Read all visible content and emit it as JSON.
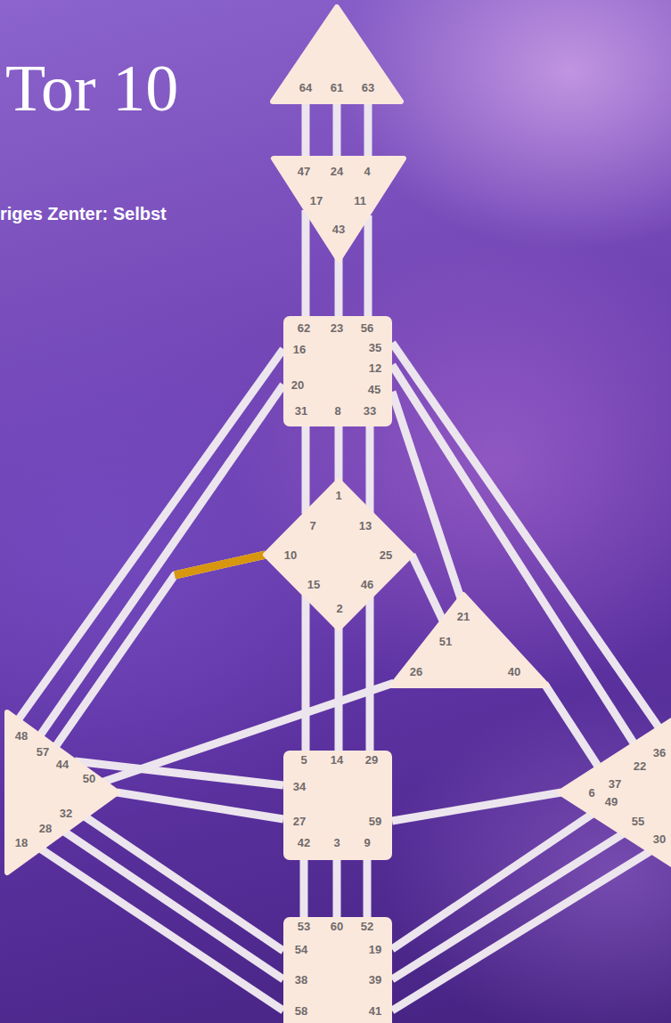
{
  "diagram": {
    "title": "Tor 10",
    "nodes": [
      {
        "text": [
          "64",
          "61",
          "63"
        ]
      },
      {
        "text": [
          "47",
          "24",
          "4",
          "17",
          "11",
          "43"
        ]
      },
      {
        "text": [
          "62",
          "23",
          "56",
          "35",
          "16",
          "12",
          "20",
          "45",
          "31",
          "8",
          "33"
        ]
      },
      {
        "text": [
          "1",
          "7",
          "13",
          "10",
          "25",
          "15",
          "46",
          "2"
        ]
      },
      {
        "text": [
          "21",
          "51",
          "26",
          "40"
        ]
      },
      {
        "text": [
          "48",
          "57",
          "44",
          "50",
          "32",
          "28",
          "18"
        ]
      },
      {
        "text": [
          "5",
          "14",
          "29",
          "34",
          "27",
          "59",
          "42",
          "3",
          "9"
        ]
      },
      {
        "text": [
          "36",
          "22",
          "37",
          "6",
          "49",
          "55",
          "30"
        ]
      },
      {
        "text": [
          "53",
          "60",
          "52",
          "54",
          "19",
          "38",
          "39",
          "58",
          "41"
        ]
      }
    ],
    "edges": [
      {
        "from": 0,
        "to": 1,
        "arrow": "none"
      },
      {
        "from": 0,
        "to": 1,
        "arrow": "none"
      },
      {
        "from": 0,
        "to": 1,
        "arrow": "none"
      },
      {
        "from": 1,
        "to": 2,
        "arrow": "none"
      },
      {
        "from": 1,
        "to": 2,
        "arrow": "none"
      },
      {
        "from": 1,
        "to": 2,
        "arrow": "none"
      },
      {
        "from": 2,
        "to": 3,
        "arrow": "none"
      },
      {
        "from": 2,
        "to": 3,
        "arrow": "none"
      },
      {
        "from": 2,
        "to": 3,
        "arrow": "none"
      },
      {
        "from": 2,
        "to": 5,
        "arrow": "none"
      },
      {
        "from": 2,
        "to": 5,
        "arrow": "none"
      },
      {
        "from": 2,
        "to": 4,
        "arrow": "none"
      },
      {
        "from": 2,
        "to": 7,
        "arrow": "none"
      },
      {
        "from": 2,
        "to": 7,
        "arrow": "none"
      },
      {
        "from": 3,
        "to": 6,
        "arrow": "none"
      },
      {
        "from": 3,
        "to": 6,
        "arrow": "none"
      },
      {
        "from": 3,
        "to": 6,
        "arrow": "none"
      },
      {
        "from": 3,
        "to": 4,
        "arrow": "none"
      },
      {
        "from": 3,
        "to": 5,
        "arrow": "none"
      },
      {
        "from": 6,
        "to": 5,
        "arrow": "none"
      },
      {
        "from": 6,
        "to": 5,
        "arrow": "none"
      },
      {
        "from": 4,
        "to": 5,
        "arrow": "none"
      },
      {
        "from": 4,
        "to": 7,
        "arrow": "none"
      },
      {
        "from": 6,
        "to": 7,
        "arrow": "none"
      },
      {
        "from": 6,
        "to": 8,
        "arrow": "none"
      },
      {
        "from": 6,
        "to": 8,
        "arrow": "none"
      },
      {
        "from": 6,
        "to": 8,
        "arrow": "none"
      },
      {
        "from": 8,
        "to": 5,
        "arrow": "none"
      },
      {
        "from": 8,
        "to": 5,
        "arrow": "none"
      },
      {
        "from": 8,
        "to": 5,
        "arrow": "none"
      },
      {
        "from": 8,
        "to": 7,
        "arrow": "none"
      },
      {
        "from": 8,
        "to": 7,
        "arrow": "none"
      },
      {
        "from": 8,
        "to": 7,
        "arrow": "none"
      }
    ],
    "labels": [
      "riges Zenter: Selbst"
    ]
  }
}
